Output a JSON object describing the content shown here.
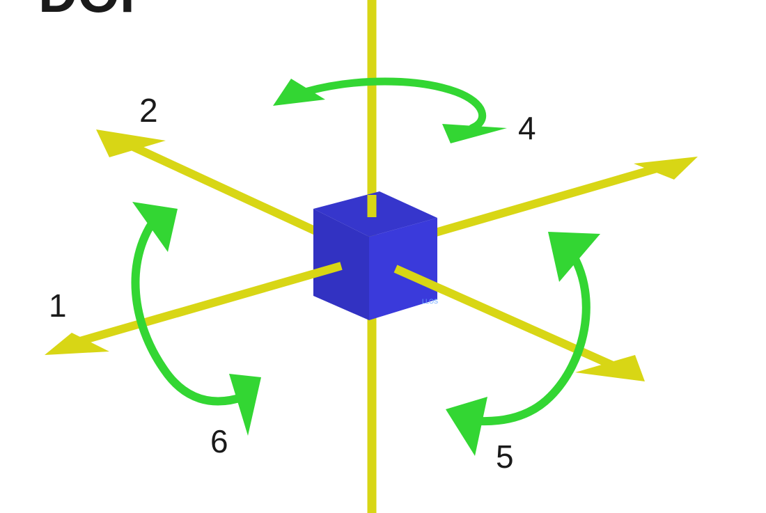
{
  "title": "DOF",
  "colors": {
    "axis": "#d8d615",
    "rotation": "#33d633",
    "cube_top": "#3636cc",
    "cube_left": "#3232c2",
    "cube_right": "#3a3adb",
    "cube_mark": "#6aa6ff",
    "text": "#1a1a1a"
  },
  "labels": {
    "one": "1",
    "two": "2",
    "four": "4",
    "five": "5",
    "six": "6"
  },
  "cube_mark": "LLOS"
}
